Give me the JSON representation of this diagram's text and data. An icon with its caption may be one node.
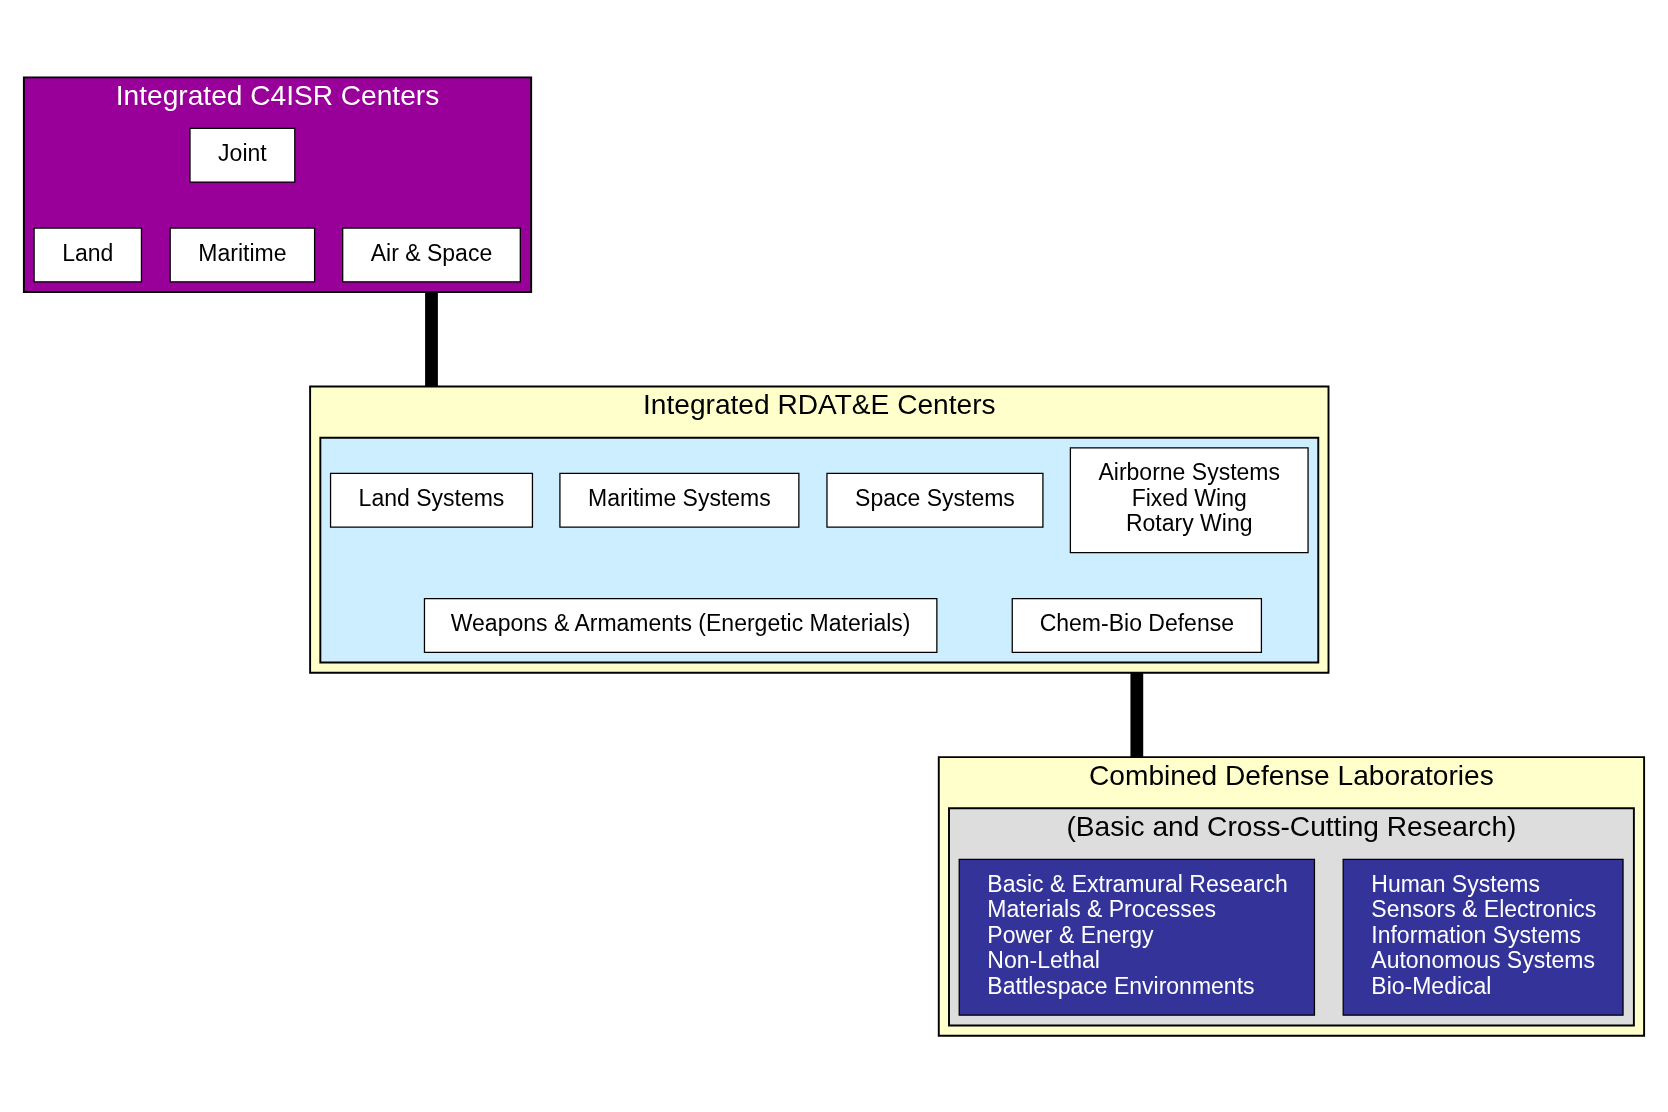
{
  "diagram": {
    "nodes": [
      {
        "text": [
          "Integrated C4ISR Centers"
        ]
      },
      {
        "text": [
          "Joint"
        ],
        "in": 0
      },
      {
        "text": [
          "Land"
        ],
        "in": 0
      },
      {
        "text": [
          "Maritime"
        ],
        "in": 0
      },
      {
        "text": [
          "Air & Space"
        ],
        "in": 0
      },
      {
        "text": [
          "Integrated RDAT&E Centers"
        ]
      },
      {
        "text": [],
        "shape": "box",
        "in": 5
      },
      {
        "text": [
          "Land Systems"
        ],
        "in": 6
      },
      {
        "text": [
          "Maritime Systems"
        ],
        "in": 6
      },
      {
        "text": [
          "Space Systems"
        ],
        "in": 6
      },
      {
        "text": [
          "Airborne Systems",
          "Fixed Wing",
          "Rotary Wing"
        ],
        "in": 6
      },
      {
        "text": [
          "Weapons & Armaments (Energetic Materials)"
        ],
        "in": 6
      },
      {
        "text": [
          "Chem-Bio Defense"
        ],
        "in": 6
      },
      {
        "text": [
          "Combined Defense Laboratories"
        ]
      },
      {
        "text": [
          "(Basic and Cross-Cutting Research)"
        ],
        "in": 13
      },
      {
        "text": [
          "Basic & Extramural Research",
          "Materials & Processes",
          "Power & Energy",
          "Non-Lethal",
          "Battlespace Environments"
        ],
        "in": 14
      },
      {
        "text": [
          "Human Systems",
          "Sensors & Electronics",
          "Information Systems",
          "Autonomous Systems",
          "Bio-Medical"
        ],
        "in": 14
      }
    ],
    "edges": [
      {
        "from": 0,
        "to": 5,
        "arrow": "none"
      },
      {
        "from": 5,
        "to": 13,
        "arrow": "none"
      }
    ]
  }
}
